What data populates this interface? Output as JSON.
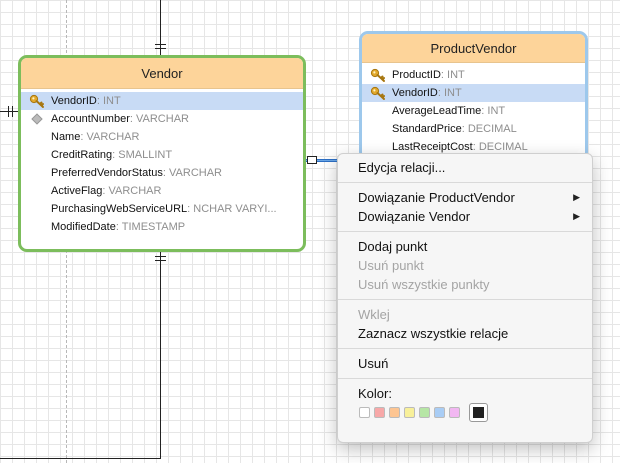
{
  "entities": {
    "vendor": {
      "name": "Vendor",
      "fields": [
        {
          "name": "VendorID",
          "sep": ": ",
          "type": "INT",
          "marker": "key"
        },
        {
          "name": "AccountNumber",
          "sep": ": ",
          "type": "VARCHAR",
          "marker": "diamond"
        },
        {
          "name": "Name",
          "sep": ": ",
          "type": "VARCHAR",
          "marker": ""
        },
        {
          "name": "CreditRating",
          "sep": ": ",
          "type": "SMALLINT",
          "marker": ""
        },
        {
          "name": "PreferredVendorStatus",
          "sep": ": ",
          "type": "VARCHAR",
          "marker": ""
        },
        {
          "name": "ActiveFlag",
          "sep": ": ",
          "type": "VARCHAR",
          "marker": ""
        },
        {
          "name": "PurchasingWebServiceURL",
          "sep": ": ",
          "type": "NCHAR VARYI...",
          "marker": ""
        },
        {
          "name": "ModifiedDate",
          "sep": ": ",
          "type": "TIMESTAMP",
          "marker": ""
        }
      ]
    },
    "product_vendor": {
      "name": "ProductVendor",
      "fields": [
        {
          "name": "ProductID",
          "sep": ": ",
          "type": "INT",
          "marker": "key"
        },
        {
          "name": "VendorID",
          "sep": ": ",
          "type": "INT",
          "marker": "key"
        },
        {
          "name": "AverageLeadTime",
          "sep": ": ",
          "type": "INT",
          "marker": ""
        },
        {
          "name": "StandardPrice",
          "sep": ": ",
          "type": "DECIMAL",
          "marker": ""
        },
        {
          "name": "LastReceiptCost",
          "sep": ": ",
          "type": "DECIMAL",
          "marker": ""
        }
      ]
    }
  },
  "context_menu": {
    "edit_relation": "Edycja relacji...",
    "bind_product_vendor": "Dowiązanie ProductVendor",
    "bind_vendor": "Dowiązanie Vendor",
    "add_point": "Dodaj punkt",
    "remove_point": "Usuń punkt",
    "remove_all_points": "Usuń wszystkie punkty",
    "paste": "Wklej",
    "select_all_relations": "Zaznacz wszystkie relacje",
    "delete": "Usuń",
    "color_label": "Kolor:",
    "submenu_arrow": "▶",
    "colors": [
      "#ffffff",
      "#f7a8a8",
      "#fdc592",
      "#f8f09a",
      "#b6e6a5",
      "#a9cdf5",
      "#f2b7f2",
      "#222222"
    ]
  },
  "icon_names": [
    "key-icon",
    "diamond-icon",
    "submenu-arrow-icon",
    "color-swatch"
  ]
}
